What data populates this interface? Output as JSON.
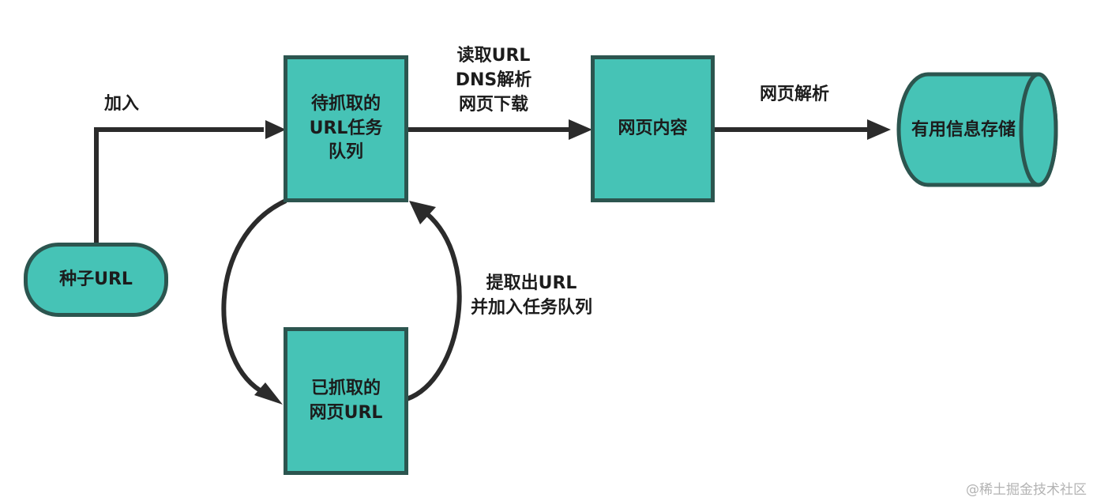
{
  "nodes": {
    "seed": "种子URL",
    "queue": "待抓取的\nURL任务\n队列",
    "crawled": "已抓取的\n网页URL",
    "content": "网页内容",
    "storage": "有用信息存储"
  },
  "edges": {
    "add": "加入",
    "read_download": "读取URL\nDNS解析\n网页下载",
    "parse": "网页解析",
    "extract": "提取出URL\n并加入任务队列"
  },
  "watermark": "@稀土掘金技术社区",
  "colors": {
    "node_fill": "#46c3b6",
    "node_border": "#2c554f",
    "arrow": "#2b2b2b"
  }
}
